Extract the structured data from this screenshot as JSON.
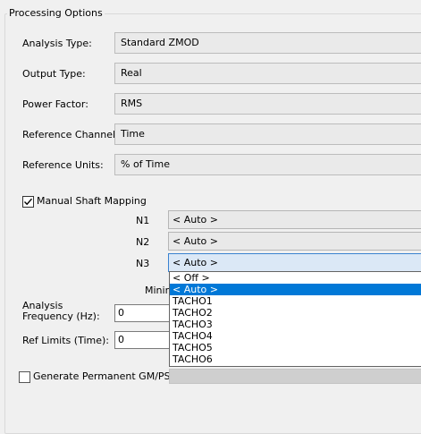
{
  "group": {
    "title": "Processing Options"
  },
  "rows": [
    {
      "label": "Analysis Type:",
      "value": "Standard ZMOD"
    },
    {
      "label": "Output Type:",
      "value": "Real"
    },
    {
      "label": "Power Factor:",
      "value": "RMS"
    },
    {
      "label": "Reference Channel:",
      "value": "Time"
    },
    {
      "label": "Reference Units:",
      "value": "% of Time"
    }
  ],
  "manual_shaft": {
    "label": "Manual Shaft Mapping",
    "checked": true
  },
  "shafts": [
    {
      "label": "N1",
      "value": "< Auto >"
    },
    {
      "label": "N2",
      "value": "< Auto >"
    },
    {
      "label": "N3",
      "value": "< Auto >"
    }
  ],
  "minimum_label_partial": "Minim",
  "analysis_frequency": {
    "label_line1": "Analysis",
    "label_line2": "Frequency (Hz):",
    "value": "0"
  },
  "ref_limits": {
    "label": "Ref Limits (Time):",
    "value": "0"
  },
  "dropdown": {
    "options": [
      "< Off >",
      "< Auto >",
      "TACHO1",
      "TACHO2",
      "TACHO3",
      "TACHO4",
      "TACHO5",
      "TACHO6"
    ],
    "selected": "< Auto >"
  },
  "generate_gmps": {
    "label": "Generate Permanent GM/PS",
    "checked": false
  }
}
